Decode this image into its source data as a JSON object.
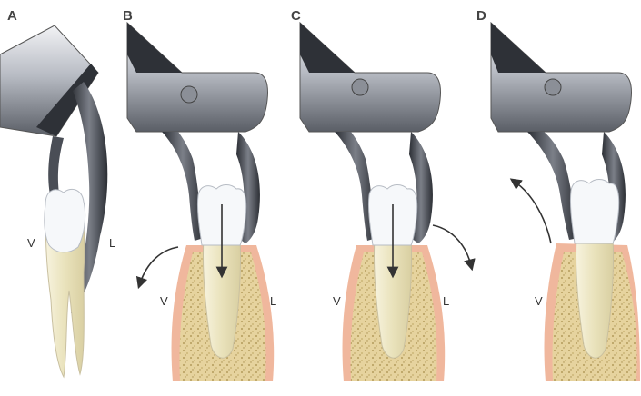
{
  "panels": [
    {
      "letter": "A",
      "side_labels": [
        "V",
        "L"
      ]
    },
    {
      "letter": "B",
      "side_labels": [
        "V",
        "L"
      ]
    },
    {
      "letter": "C",
      "side_labels": [
        "V",
        "L"
      ]
    },
    {
      "letter": "D",
      "side_labels": [
        "V"
      ]
    }
  ],
  "colors": {
    "instrument_dark": "#3a3d44",
    "instrument_light": "#c9ccd2",
    "tooth_crown": "#f4f6f8",
    "tooth_root": "#efe9c8",
    "bone": "#e8d7a4",
    "gum": "#f0b79d",
    "arrow": "#333333"
  }
}
